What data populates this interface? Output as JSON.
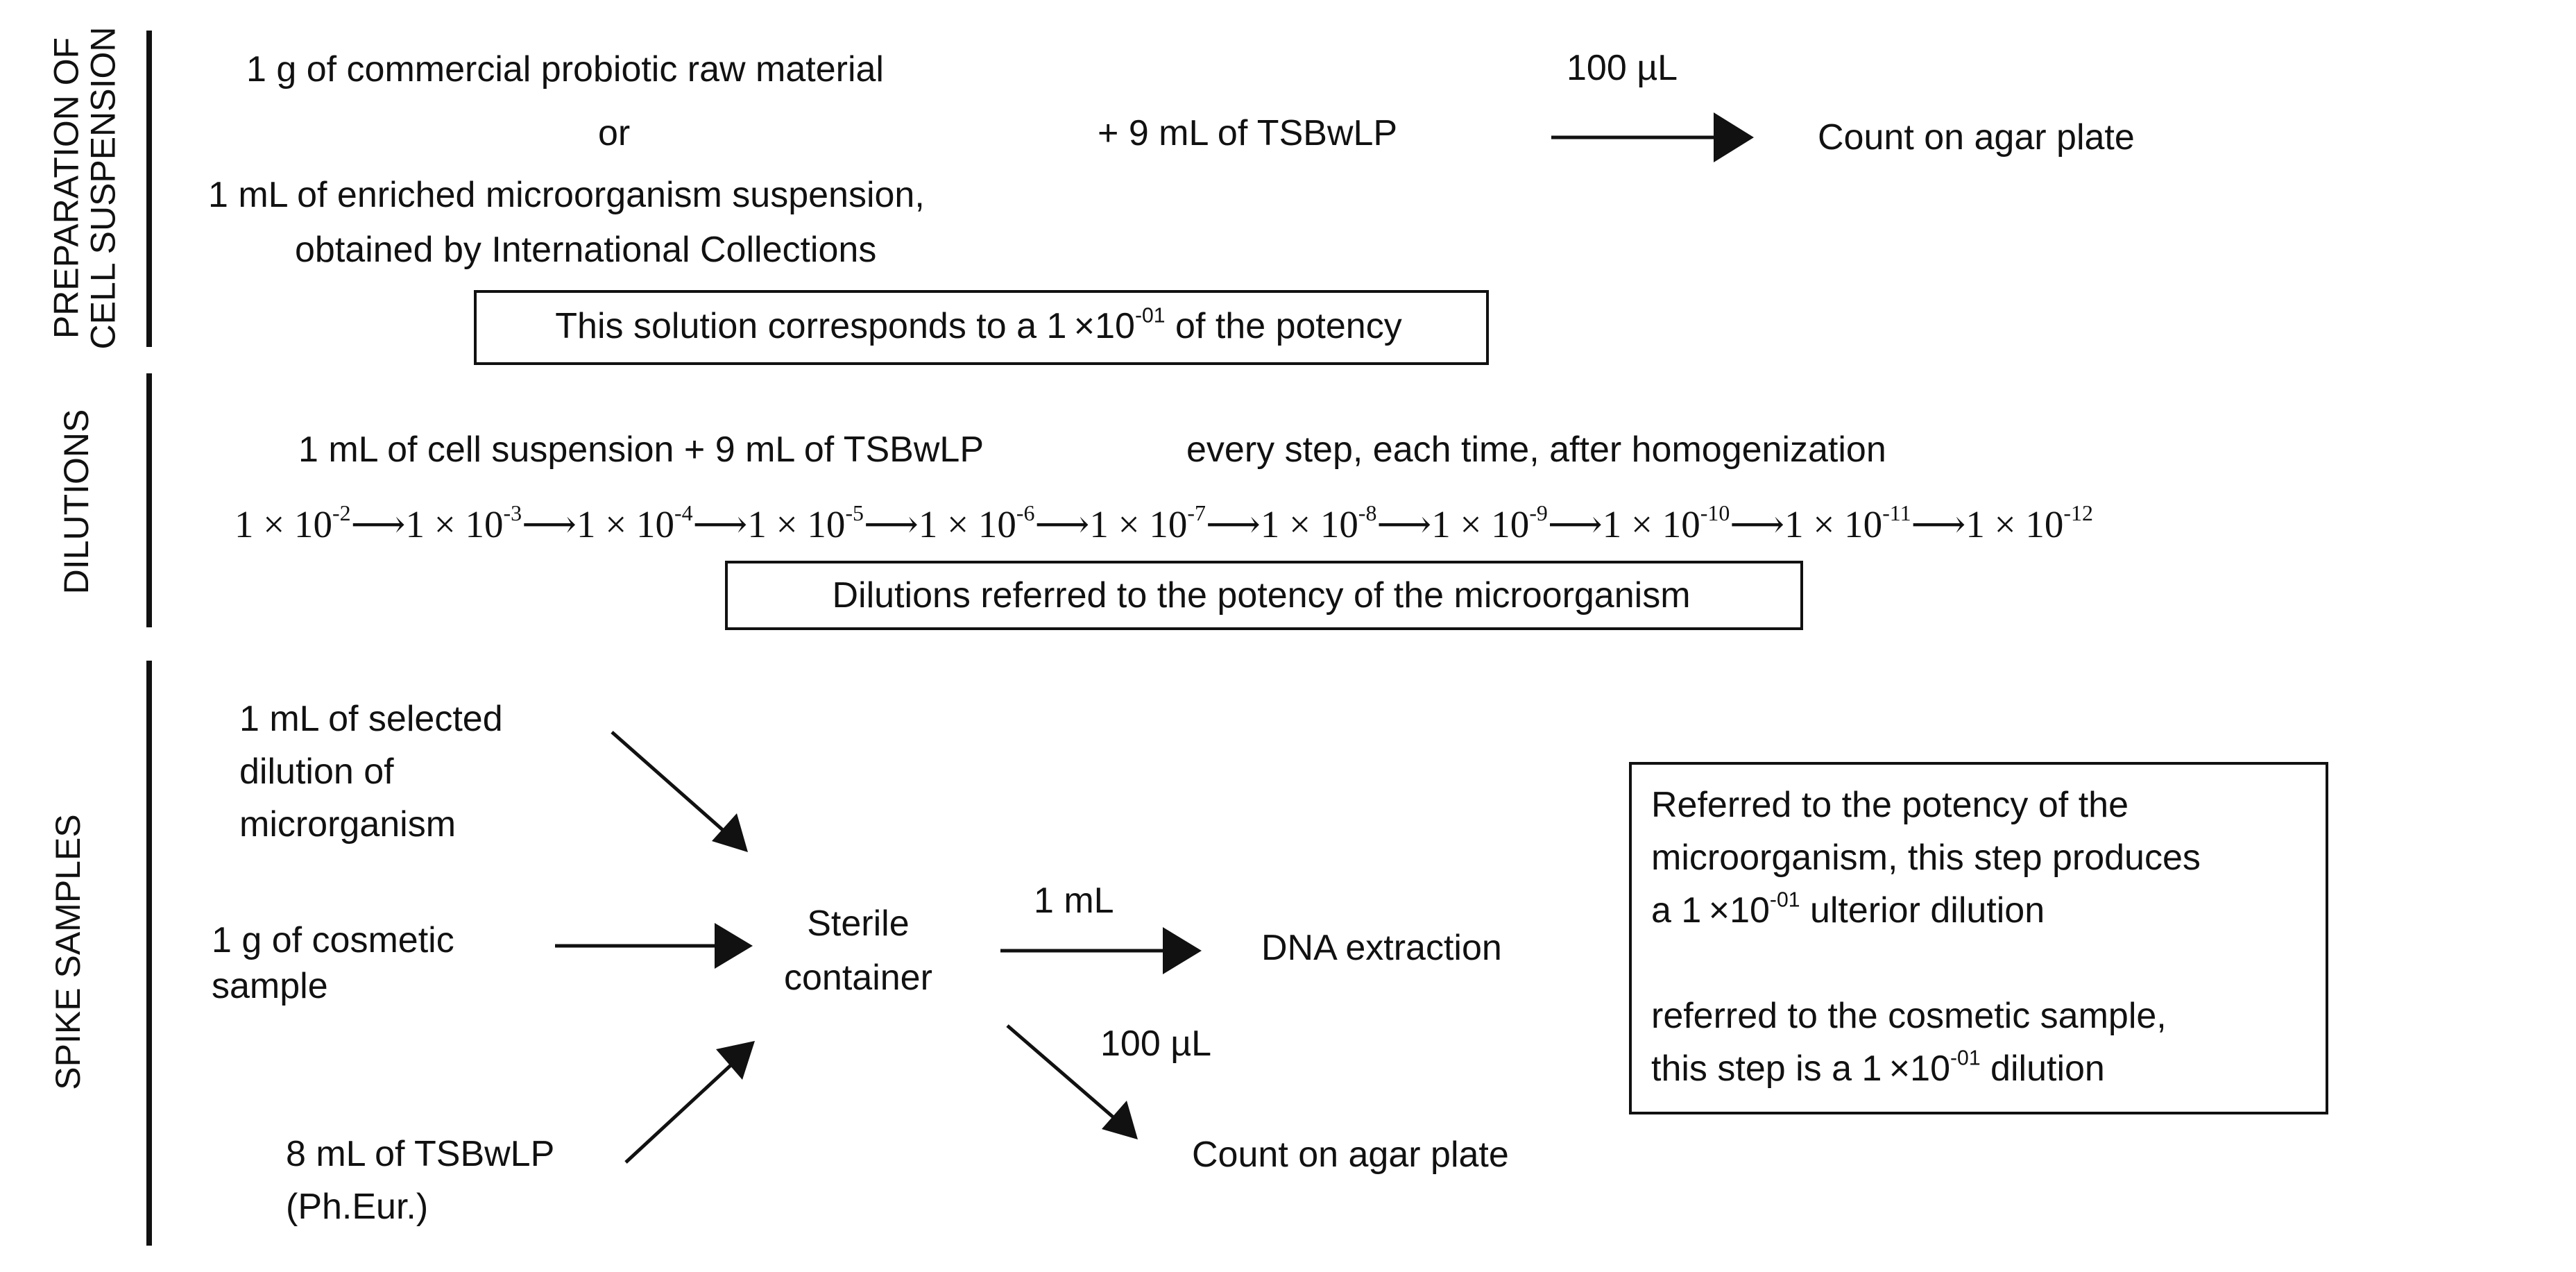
{
  "sections": {
    "preparation": {
      "line1": "PREPARATION OF",
      "line2": "CELL SUSPENSION"
    },
    "dilutions": "DILUTIONS",
    "spike": "SPIKE SAMPLES"
  },
  "preparation": {
    "raw_material": "1 g of commercial probiotic raw material",
    "or": "or",
    "enriched_line1": "1 mL of enriched microorganism suspension,",
    "enriched_line2": "obtained by International Collections",
    "plus_tsb": "+  9 mL of TSBwLP",
    "volume": "100 µL",
    "count": "Count on agar plate",
    "box_note": {
      "before": "This solution corresponds to a 1 ×10",
      "exp": "-01",
      "after": " of the potency"
    }
  },
  "dilutions": {
    "recipe": "1 mL of cell suspension + 9 mL of TSBwLP",
    "every_step": "every step, each time, after homogenization",
    "series": [
      {
        "base": "1 × 10",
        "exp": "-2"
      },
      {
        "base": "1 × 10",
        "exp": "-3"
      },
      {
        "base": "1 × 10",
        "exp": "-4"
      },
      {
        "base": "1 × 10",
        "exp": "-5"
      },
      {
        "base": "1 × 10",
        "exp": "-6"
      },
      {
        "base": "1 × 10",
        "exp": "-7"
      },
      {
        "base": "1 × 10",
        "exp": "-8"
      },
      {
        "base": "1 × 10",
        "exp": "-9"
      },
      {
        "base": "1 × 10",
        "exp": "-10"
      },
      {
        "base": "1 × 10",
        "exp": "-11"
      },
      {
        "base": "1 × 10",
        "exp": "-12"
      }
    ],
    "box_note": "Dilutions referred to the potency of the microorganism"
  },
  "spike": {
    "selected_dilution": [
      "1 mL of selected",
      "dilution of",
      "microrganism"
    ],
    "cosmetic": [
      "1 g of cosmetic",
      "sample"
    ],
    "tsb": [
      "8 mL of TSBwLP",
      "(Ph.Eur.)"
    ],
    "container": [
      "Sterile",
      "container"
    ],
    "volume_1ml": "1 mL",
    "dna": "DNA extraction",
    "volume_100ul": "100 µL",
    "count": "Count on agar plate",
    "note": {
      "line1": "Referred to the potency of the",
      "line2": "microorganism, this step produces",
      "line3_before": "a 1 ×10",
      "line3_exp": "-01",
      "line3_after": " ulterior dilution",
      "line4": "referred to the cosmetic sample,",
      "line5_before": "this step is a 1 ×10",
      "line5_exp": "-01",
      "line5_after": " dilution"
    }
  }
}
